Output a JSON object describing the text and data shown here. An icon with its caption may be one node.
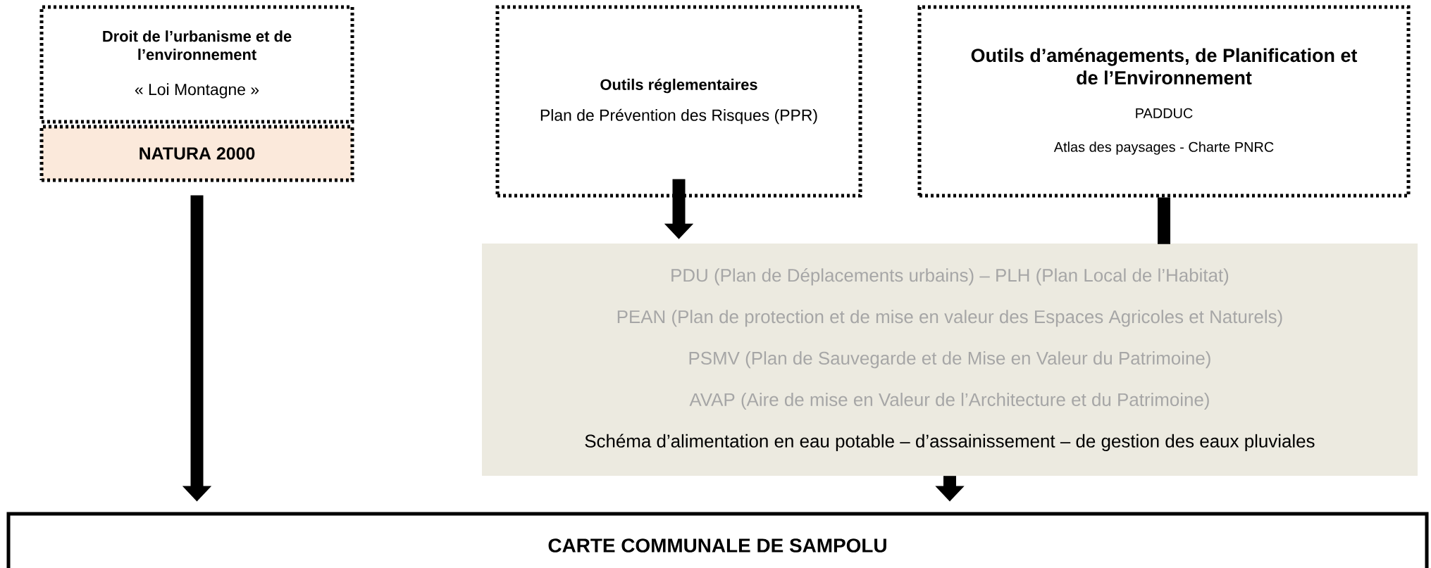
{
  "diagram": {
    "nodes": [
      {
        "text": [
          "Droit de l’urbanisme et de l’environnement",
          "« Loi Montagne »"
        ]
      },
      {
        "text": [
          "NATURA 2000"
        ]
      },
      {
        "text": [
          "Outils réglementaires",
          "Plan de Prévention des Risques (PPR)"
        ]
      },
      {
        "text": [
          "Outils d’aménagements, de Planification et de l’Environnement",
          "PADDUC",
          "Atlas des paysages -  Charte PNRC"
        ]
      },
      {
        "text": [
          "PDU (Plan de Déplacements urbains) – PLH (Plan Local de l’Habitat)",
          "PEAN (Plan de protection et de mise en valeur des Espaces Agricoles et Naturels)",
          "PSMV (Plan de Sauvegarde et de Mise en Valeur du Patrimoine)",
          "AVAP (Aire de mise en Valeur de l’Architecture et du Patrimoine)",
          "Schéma d’alimentation en eau potable – d’assainissement – de gestion des eaux pluviales"
        ]
      },
      {
        "text": [
          "CARTE COMMUNALE DE SAMPOLU"
        ]
      }
    ],
    "edges": [
      {
        "from": 1,
        "to": 5,
        "arrow": "to"
      },
      {
        "from": 2,
        "to": 4,
        "arrow": "to"
      },
      {
        "from": 3,
        "to": 4,
        "arrow": "none"
      },
      {
        "from": 4,
        "to": 5,
        "arrow": "to"
      }
    ]
  }
}
